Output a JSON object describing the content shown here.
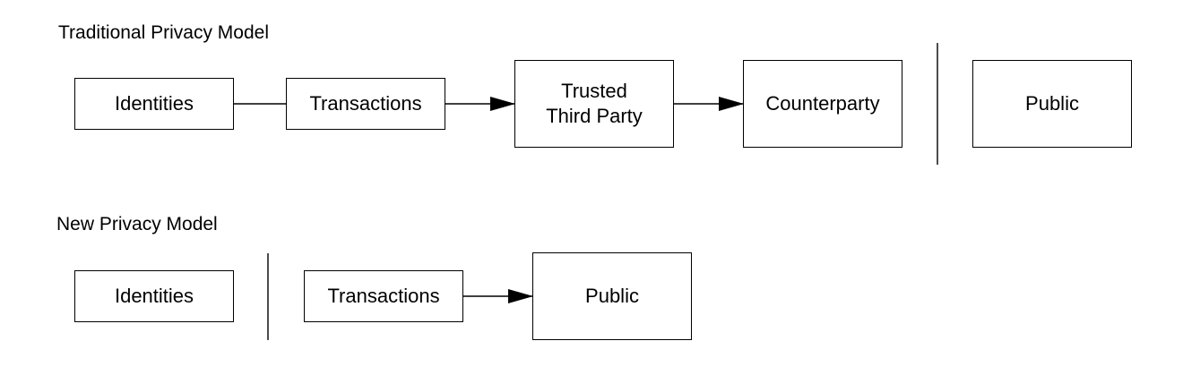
{
  "traditional": {
    "title": "Traditional Privacy Model",
    "identities": "Identities",
    "transactions": "Transactions",
    "trusted_third_party": "Trusted\nThird Party",
    "counterparty": "Counterparty",
    "public": "Public"
  },
  "new_model": {
    "title": "New Privacy Model",
    "identities": "Identities",
    "transactions": "Transactions",
    "public": "Public"
  }
}
